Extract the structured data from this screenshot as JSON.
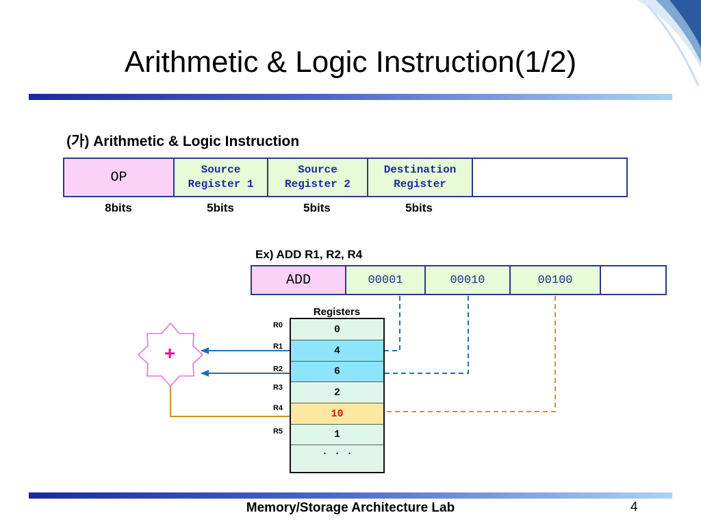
{
  "slide": {
    "title": "Arithmetic & Logic Instruction(1/2)",
    "subtitle": "(가)  Arithmetic & Logic Instruction",
    "footer_lab": "Memory/Storage Architecture Lab",
    "page_number": "4"
  },
  "format": {
    "fields": [
      {
        "line1": "OP",
        "line2": ""
      },
      {
        "line1": "Source",
        "line2": "Register 1"
      },
      {
        "line1": "Source",
        "line2": "Register 2"
      },
      {
        "line1": "Destination",
        "line2": "Register"
      },
      {
        "line1": "",
        "line2": ""
      }
    ],
    "bits": [
      "8bits",
      "5bits",
      "5bits",
      "5bits"
    ]
  },
  "example": {
    "label": "Ex) ADD  R1, R2, R4",
    "fields": [
      "ADD",
      "00001",
      "00010",
      "00100",
      ""
    ]
  },
  "registers": {
    "title": "Registers",
    "names": [
      "R0",
      "R1",
      "R2",
      "R3",
      "R4",
      "R5"
    ],
    "values": [
      "0",
      "4",
      "6",
      "2",
      "10",
      "1",
      "· · ·"
    ]
  },
  "alu": {
    "symbol": "+"
  },
  "colors": {
    "op_fill": "#fbd2f7",
    "field_fill": "#e6fbd6",
    "field_text": "#1a2a9e",
    "box_border": "#2a3a8a",
    "reg_default": "#dff6ea",
    "reg_source": "#8ee4fb",
    "reg_dest": "#fde8a0",
    "dest_value": "#e01010",
    "source_arrow": "#1e6fb8",
    "dest_arrow": "#c8961e",
    "alu_outline": "#f070d0",
    "plus": "#e0109a"
  }
}
